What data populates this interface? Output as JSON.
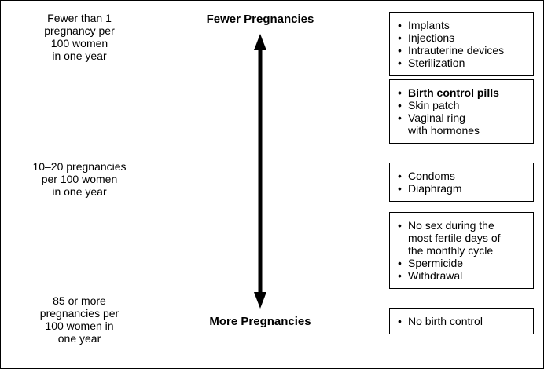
{
  "left_labels": [
    {
      "text": "Fewer than 1\npregnancy per\n100 women\nin one year"
    },
    {
      "text": "10–20 pregnancies\nper 100 women\nin one year"
    },
    {
      "text": "85 or more\npregnancies per\n100 women in\none year"
    }
  ],
  "center": {
    "fewer_label": "Fewer Pregnancies",
    "more_label": "More Pregnancies"
  },
  "boxes": [
    {
      "items": [
        "Implants",
        "Injections",
        "Intrauterine devices",
        "Sterilization"
      ]
    },
    {
      "items": [
        "Birth control pills",
        "Skin patch",
        "Vaginal ring\nwith hormones"
      ]
    },
    {
      "items": [
        "Condoms",
        "Diaphragm"
      ]
    },
    {
      "items": [
        "No sex during the\nmost fertile days of\nthe monthly cycle",
        "Spermicide",
        "Withdrawal"
      ]
    },
    {
      "items": [
        "No birth control"
      ]
    }
  ],
  "colors": {
    "border": "#000000",
    "text": "#000000",
    "background": "#ffffff",
    "arrow": "#000000"
  }
}
